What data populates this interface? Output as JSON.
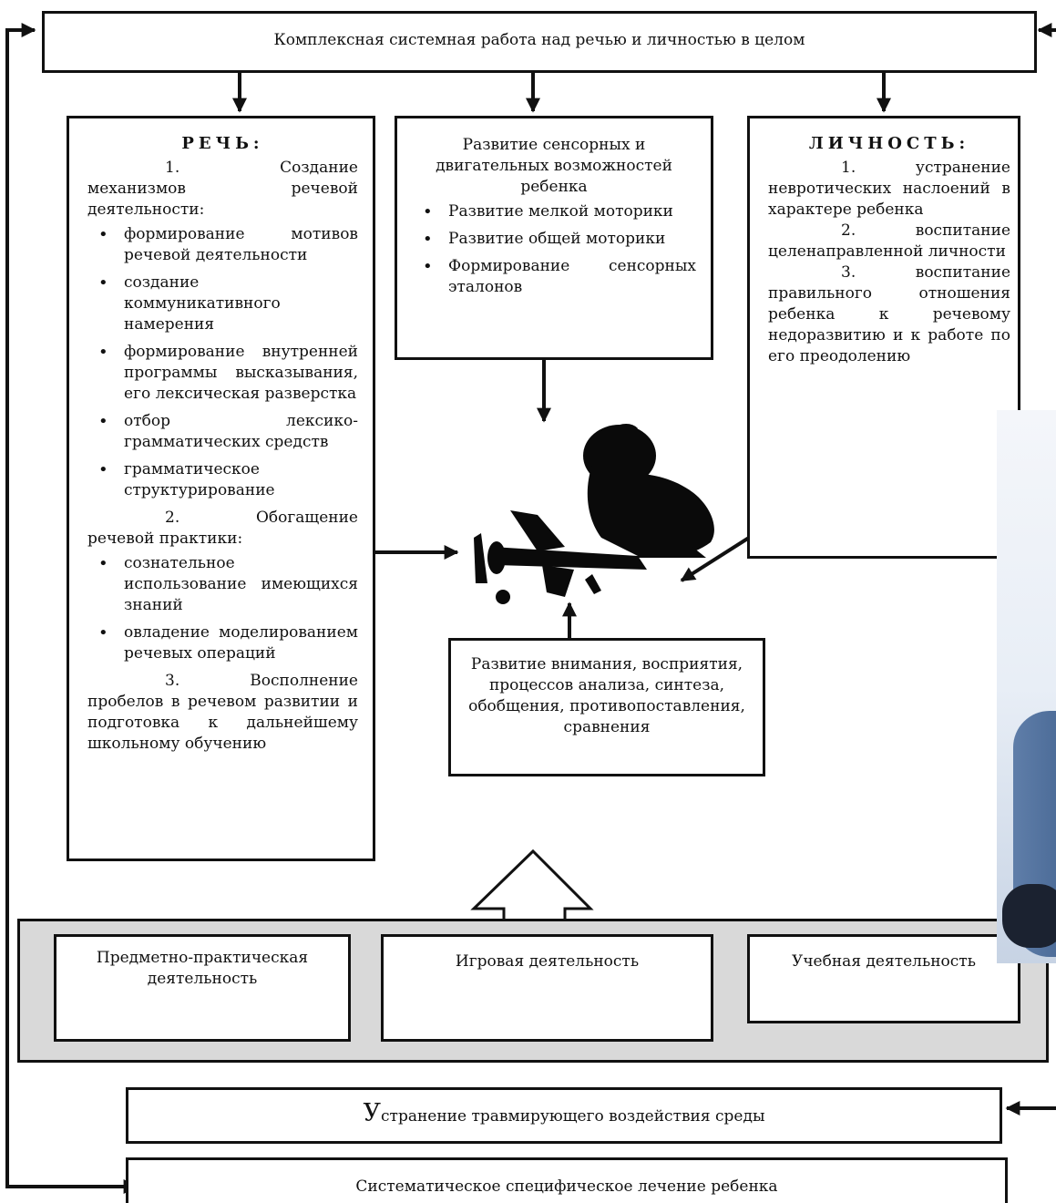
{
  "top_box": "Комплексная системная работа над речью и личностью в целом",
  "speech": {
    "title": "РЕЧЬ:",
    "section1": "1. Создание механизмов речевой деятельности:",
    "items1": [
      "формирование мотивов речевой деятельности",
      "создание коммуникативного намерения",
      "формирование внутренней программы высказывания, его лексическая разверстка",
      "отбор лексико-грамматических средств",
      "грамматическое структурирование"
    ],
    "section2": "2. Обогащение речевой практики:",
    "items2": [
      "сознательное использование имеющихся знаний",
      "овладение моделированием речевых операций"
    ],
    "section3": "3. Восполнение пробелов в речевом развитии и подготовка к дальнейшему школьному обучению"
  },
  "sensory": {
    "title": "Развитие сенсорных и двигательных возможностей ребенка",
    "items": [
      "Развитие мелкой моторики",
      "Развитие общей моторики",
      "Формирование сенсорных эталонов"
    ]
  },
  "personality": {
    "title": "ЛИЧНОСТЬ:",
    "p1": "1. устранение невротических наслоений в характере ребенка",
    "p2": "2. воспитание целенаправленной личности",
    "p3": "3. воспитание правильного отношения ребенка к речевому недоразвитию и к работе по его преодолению"
  },
  "attention_box": "Развитие внимания, восприятия, процессов анализа, синтеза, обобщения, противопоставления, сравнения",
  "activities": [
    "Предметно-практическая деятельность",
    "Игровая деятельность",
    "Учебная деятельность"
  ],
  "environment_initial": "У",
  "environment_rest": "странение травмирующего воздействия среды",
  "treatment": "Систематическое специфическое лечение ребенка"
}
